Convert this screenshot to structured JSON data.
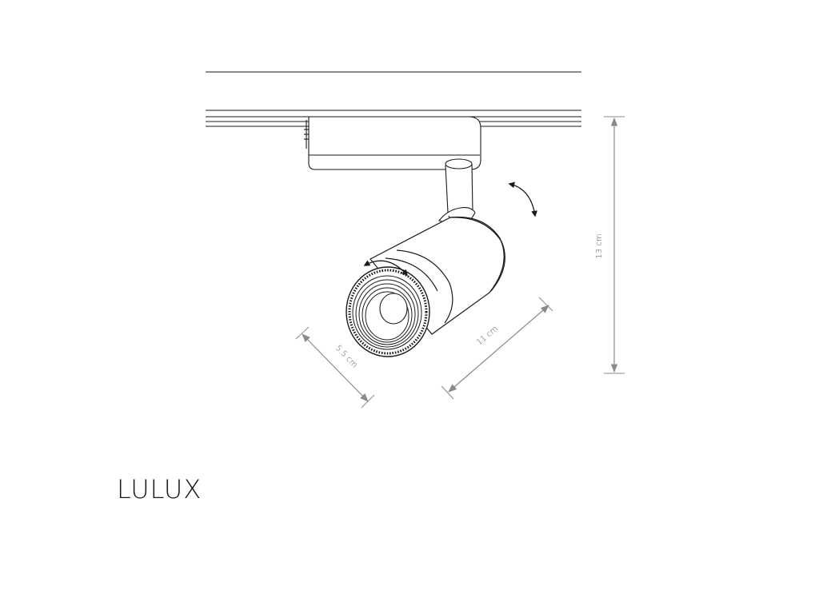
{
  "product": {
    "name": "LULUX"
  },
  "dimensions": {
    "height": "13 cm",
    "length": "11 cm",
    "diameter": "5.5 cm"
  },
  "colors": {
    "line": "#1a1a1a",
    "dimension": "#8a8a8a",
    "label": "#555555"
  }
}
